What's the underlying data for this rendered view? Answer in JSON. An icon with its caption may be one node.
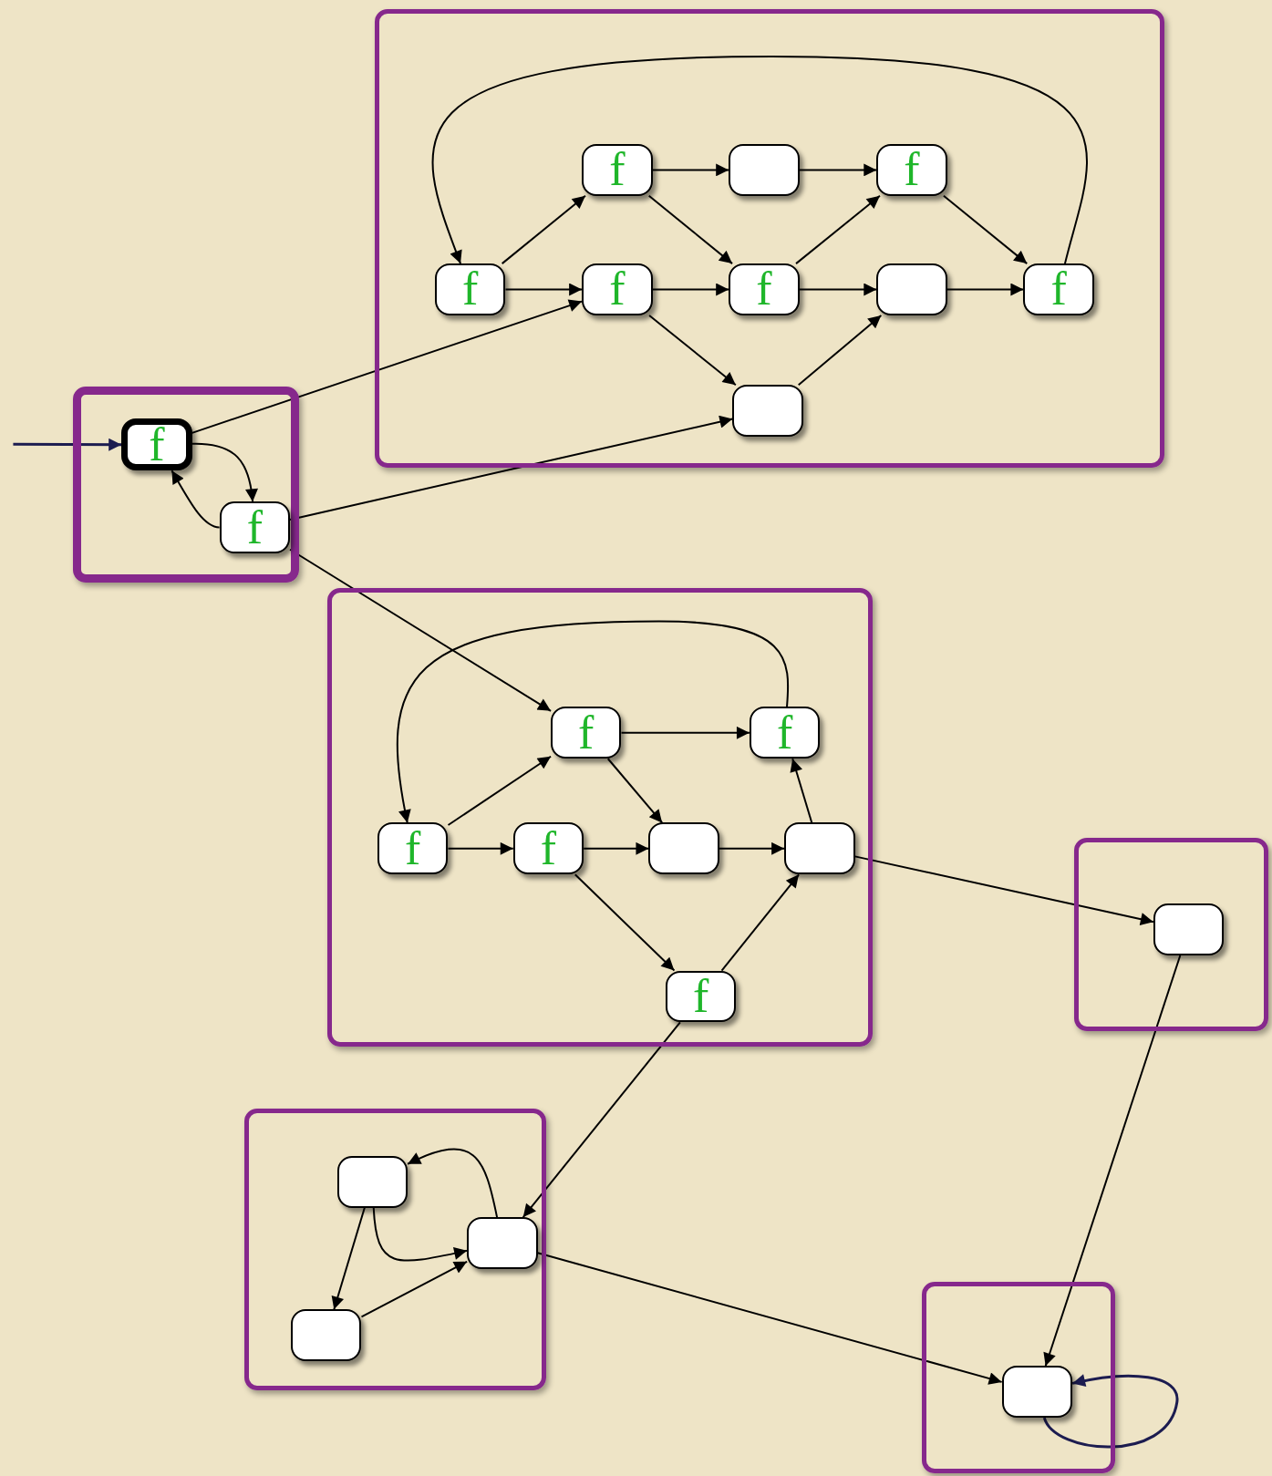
{
  "diagram": {
    "nodes": [
      {
        "text": [],
        "shape": "box"
      },
      {
        "text": [
          "f"
        ],
        "in": 0
      },
      {
        "text": [],
        "shape": "box",
        "in": 0
      },
      {
        "text": [
          "f"
        ],
        "in": 0
      },
      {
        "text": [
          "f"
        ],
        "in": 0
      },
      {
        "text": [
          "f"
        ],
        "in": 0
      },
      {
        "text": [
          "f"
        ],
        "in": 0
      },
      {
        "text": [],
        "shape": "box",
        "in": 0
      },
      {
        "text": [
          "f"
        ],
        "in": 0
      },
      {
        "text": [],
        "shape": "box",
        "in": 0
      },
      {
        "text": [],
        "shape": "box"
      },
      {
        "text": [
          "f"
        ],
        "in": 10
      },
      {
        "text": [
          "f"
        ],
        "in": 10
      },
      {
        "text": [],
        "shape": "box"
      },
      {
        "text": [
          "f"
        ],
        "in": 13
      },
      {
        "text": [
          "f"
        ],
        "in": 13
      },
      {
        "text": [
          "f"
        ],
        "in": 13
      },
      {
        "text": [
          "f"
        ],
        "in": 13
      },
      {
        "text": [],
        "shape": "box",
        "in": 13
      },
      {
        "text": [],
        "shape": "box",
        "in": 13
      },
      {
        "text": [
          "f"
        ],
        "in": 13
      },
      {
        "text": [],
        "shape": "box"
      },
      {
        "text": [],
        "shape": "box",
        "in": 21
      },
      {
        "text": [],
        "shape": "box"
      },
      {
        "text": [],
        "shape": "box",
        "in": 23
      },
      {
        "text": [],
        "shape": "box",
        "in": 23
      },
      {
        "text": [],
        "shape": "box",
        "in": 23
      },
      {
        "text": [],
        "shape": "box"
      },
      {
        "text": [],
        "shape": "box",
        "in": 27
      }
    ],
    "edges": [
      {
        "from": 4,
        "to": 1,
        "arrow": "to"
      },
      {
        "from": 4,
        "to": 5,
        "arrow": "to"
      },
      {
        "from": 1,
        "to": 2,
        "arrow": "to"
      },
      {
        "from": 1,
        "to": 6,
        "arrow": "to"
      },
      {
        "from": 2,
        "to": 3,
        "arrow": "to"
      },
      {
        "from": 3,
        "to": 8,
        "arrow": "to"
      },
      {
        "from": 5,
        "to": 6,
        "arrow": "to"
      },
      {
        "from": 5,
        "to": 9,
        "arrow": "to"
      },
      {
        "from": 6,
        "to": 3,
        "arrow": "to"
      },
      {
        "from": 6,
        "to": 7,
        "arrow": "to"
      },
      {
        "from": 7,
        "to": 8,
        "arrow": "to"
      },
      {
        "from": 9,
        "to": 7,
        "arrow": "to"
      },
      {
        "from": 8,
        "to": 4,
        "arrow": "to"
      },
      {
        "from": null,
        "to": 11,
        "arrow": "to",
        "color": "#1c1c50"
      },
      {
        "from": 11,
        "to": 12,
        "arrow": "to"
      },
      {
        "from": 12,
        "to": 11,
        "arrow": "to"
      },
      {
        "from": 11,
        "to": 5,
        "arrow": "to"
      },
      {
        "from": 12,
        "to": 9,
        "arrow": "to"
      },
      {
        "from": 12,
        "to": 14,
        "arrow": "to"
      },
      {
        "from": 16,
        "to": 14,
        "arrow": "to"
      },
      {
        "from": 14,
        "to": 15,
        "arrow": "to"
      },
      {
        "from": 14,
        "to": 18,
        "arrow": "to"
      },
      {
        "from": 16,
        "to": 17,
        "arrow": "to"
      },
      {
        "from": 17,
        "to": 18,
        "arrow": "to"
      },
      {
        "from": 18,
        "to": 19,
        "arrow": "to"
      },
      {
        "from": 19,
        "to": 15,
        "arrow": "to"
      },
      {
        "from": 17,
        "to": 20,
        "arrow": "to"
      },
      {
        "from": 20,
        "to": 19,
        "arrow": "to"
      },
      {
        "from": 15,
        "to": 16,
        "arrow": "to"
      },
      {
        "from": 19,
        "to": 22,
        "arrow": "to"
      },
      {
        "from": 20,
        "to": 25,
        "arrow": "to"
      },
      {
        "from": 25,
        "to": 24,
        "arrow": "to"
      },
      {
        "from": 24,
        "to": 26,
        "arrow": "to"
      },
      {
        "from": 24,
        "to": 25,
        "arrow": "to"
      },
      {
        "from": 26,
        "to": 25,
        "arrow": "to"
      },
      {
        "from": 25,
        "to": 28,
        "arrow": "to"
      },
      {
        "from": 22,
        "to": 28,
        "arrow": "to"
      },
      {
        "from": 28,
        "to": 28,
        "arrow": "to",
        "color": "#1c1c50"
      }
    ]
  }
}
